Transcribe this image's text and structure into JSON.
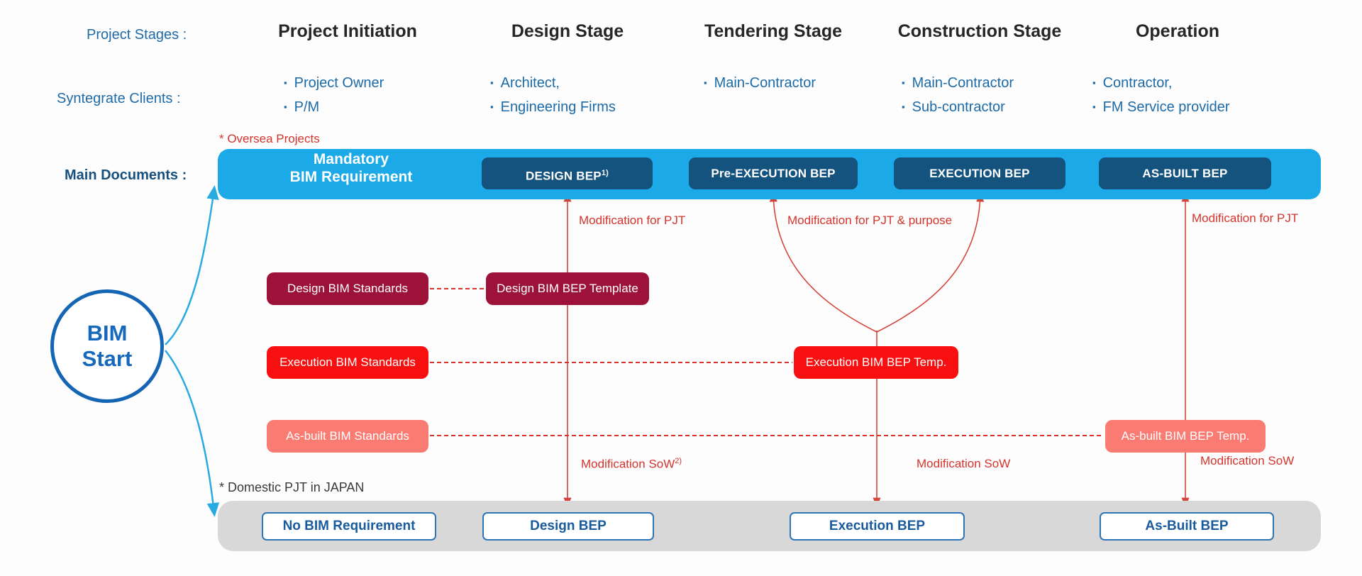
{
  "colors": {
    "band_blue": "#1ba9e8",
    "navy_button": "#15537f",
    "crimson": "#9c1239",
    "bright_red": "#f81010",
    "salmon": "#f97b72",
    "gray_band": "#d8d8d8",
    "red_accent": "#d4342c",
    "cyan_connector": "#29abe2",
    "client_blue": "#1c6ba8",
    "navy_text": "#17507e",
    "white_box_border": "#2e75b6",
    "bim_start_blue": "#1568bc"
  },
  "header": {
    "stages_label": "Project Stages :",
    "clients_label": "Syntegrate Clients :",
    "columns": [
      {
        "title": "Project Initiation",
        "clients": [
          "Project Owner",
          "P/M"
        ]
      },
      {
        "title": "Design Stage",
        "clients": [
          "Architect,",
          "Engineering Firms"
        ]
      },
      {
        "title": "Tendering Stage",
        "clients": [
          "Main-Contractor"
        ]
      },
      {
        "title": "Construction Stage",
        "clients": [
          "Main-Contractor",
          "Sub-contractor"
        ]
      },
      {
        "title": "Operation",
        "clients": [
          "Contractor,",
          "FM Service provider"
        ]
      }
    ]
  },
  "main_documents": {
    "label": "Main Documents :",
    "oversea_note": "* Oversea Projects",
    "band_title_line1": "Mandatory",
    "band_title_line2": "BIM Requirement",
    "buttons": {
      "design": "DESIGN BEP",
      "design_superscript": "1)",
      "pre_execution": "Pre-EXECUTION BEP",
      "execution": "EXECUTION BEP",
      "as_built": "AS-BUILT BEP"
    }
  },
  "bim_start": {
    "line1": "BIM",
    "line2": "Start"
  },
  "standards": {
    "design": "Design BIM Standards",
    "execution": "Execution BIM Standards",
    "as_built": "As-built BIM Standards"
  },
  "templates": {
    "design": "Design BIM BEP Template",
    "execution": "Execution BIM BEP Temp.",
    "as_built": "As-built BIM BEP Temp."
  },
  "modifications": {
    "design_pjt": "Modification for PJT",
    "execution_pjt_purpose": "Modification for PJT & purpose",
    "as_built_pjt": "Modification for PJT",
    "design_sow": "Modification SoW",
    "design_sow_superscript": "2)",
    "execution_sow": "Modification SoW",
    "as_built_sow": "Modification SoW"
  },
  "domestic": {
    "note": "* Domestic PJT in JAPAN",
    "no_bim": "No BIM Requirement",
    "design_bep": "Design BEP",
    "execution_bep": "Execution BEP",
    "as_built_bep": "As-Built BEP"
  }
}
